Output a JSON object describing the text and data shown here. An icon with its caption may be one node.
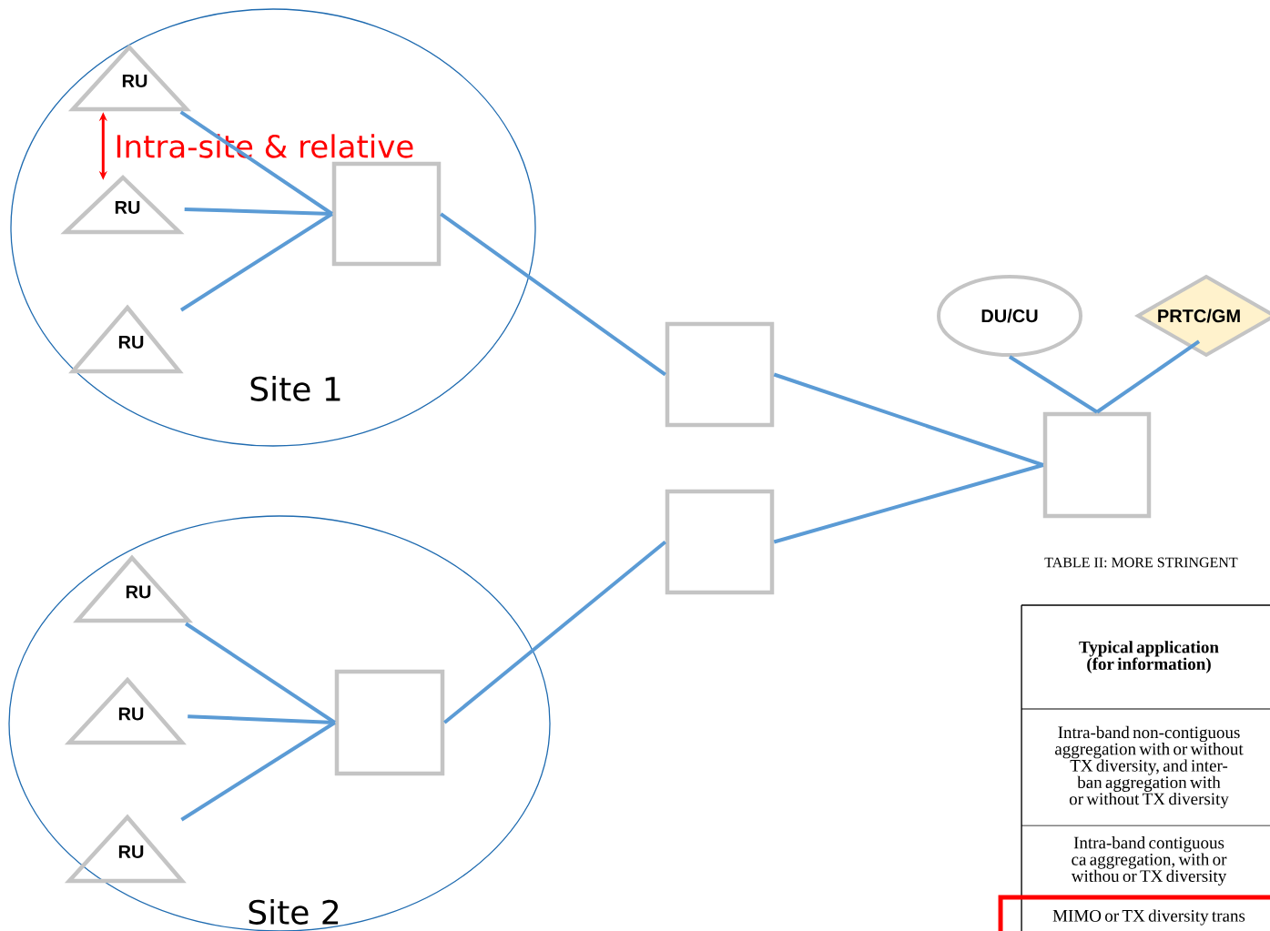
{
  "diagram": {
    "nodes": [
      {
        "text": [
          "Site 1"
        ]
      },
      {
        "text": [
          "RU"
        ],
        "in": 0
      },
      {
        "text": [
          "RU"
        ],
        "in": 0
      },
      {
        "text": [
          "RU"
        ],
        "in": 0
      },
      {
        "text": [],
        "shape": "box",
        "in": 0
      },
      {
        "text": [
          "Site 2"
        ]
      },
      {
        "text": [
          "RU"
        ],
        "in": 5
      },
      {
        "text": [
          "RU"
        ],
        "in": 5
      },
      {
        "text": [
          "RU"
        ],
        "in": 5
      },
      {
        "text": [],
        "shape": "box",
        "in": 5
      },
      {
        "text": [],
        "shape": "box"
      },
      {
        "text": [],
        "shape": "box"
      },
      {
        "text": [
          "DU/CU"
        ]
      },
      {
        "text": [
          "PRTC/GM"
        ]
      },
      {
        "text": [],
        "shape": "box"
      }
    ],
    "edges": [
      {
        "from": 1,
        "to": 2,
        "arrow": "both",
        "label": "Intra-site & relative",
        "color": "#ff0000"
      },
      {
        "from": 1,
        "to": 4,
        "arrow": "none"
      },
      {
        "from": 2,
        "to": 4,
        "arrow": "none"
      },
      {
        "from": 3,
        "to": 4,
        "arrow": "none"
      },
      {
        "from": 4,
        "to": 10,
        "arrow": "none"
      },
      {
        "from": 6,
        "to": 9,
        "arrow": "none"
      },
      {
        "from": 7,
        "to": 9,
        "arrow": "none"
      },
      {
        "from": 8,
        "to": 9,
        "arrow": "none"
      },
      {
        "from": 9,
        "to": 11,
        "arrow": "none"
      },
      {
        "from": 10,
        "to": 14,
        "arrow": "none"
      },
      {
        "from": 11,
        "to": 14,
        "arrow": "none"
      },
      {
        "from": 12,
        "to": 14,
        "arrow": "none"
      },
      {
        "from": 13,
        "to": 14,
        "arrow": "none"
      }
    ],
    "labels": [
      "TABLE II: MORE STRINGENT",
      "Typical application (for information)",
      "Intra-band non-contiguous aggregation with or without TX diversity, and inter-ban aggregation with or without TX diversity",
      "Intra-band contiguous ca aggregation, with or withou or TX diversity",
      "MIMO or TX diversity trans"
    ]
  }
}
